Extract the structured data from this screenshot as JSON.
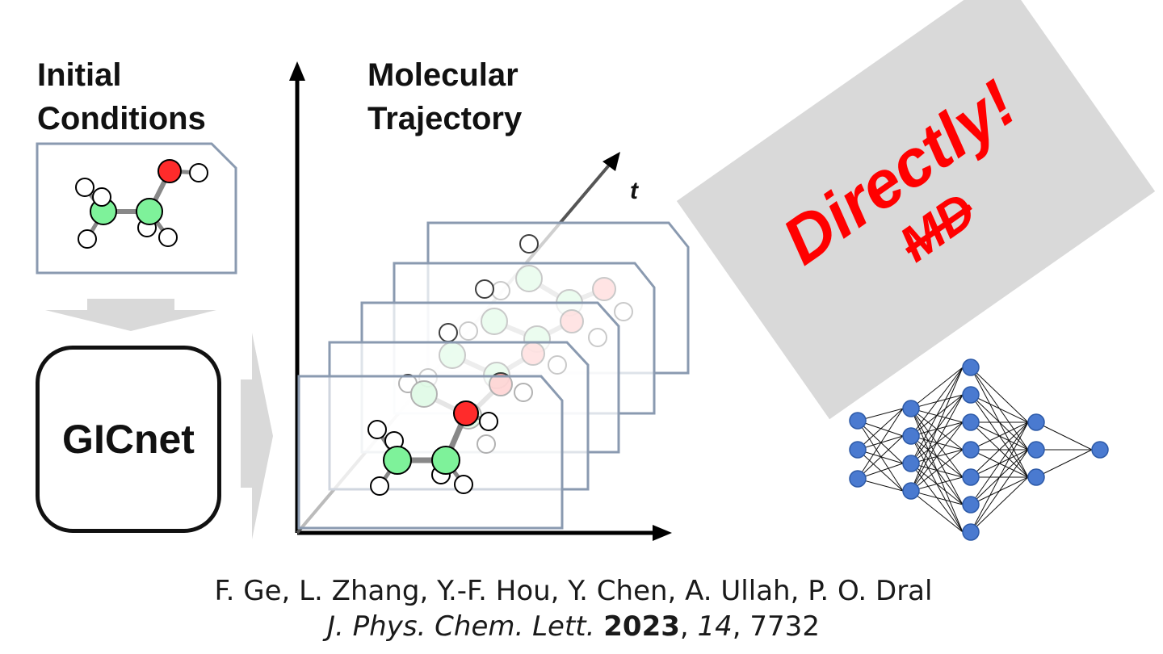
{
  "headings": {
    "initial_line1": "Initial",
    "initial_line2": "Conditions",
    "trajectory_line1": "Molecular",
    "trajectory_line2": "Trajectory"
  },
  "model_name": "GICnet",
  "axis_label": "t",
  "banner": {
    "word": "Directly!",
    "struck": "MD"
  },
  "citation": {
    "authors": "F. Ge, L. Zhang, Y.-F. Hou, Y. Chen, A. Ullah, P. O. Dral",
    "journal": "J. Phys. Chem. Lett.",
    "year": "2023",
    "volume": "14",
    "page": "7732"
  },
  "colors": {
    "carbon": "#7ef29a",
    "oxygen": "#ff2b2b",
    "hydrogen": "#ffffff",
    "frame_border": "#8a9ab0",
    "arrow_gray": "#d9d9d9",
    "nn_node": "#4a7ad0",
    "banner_text": "#ff0000",
    "banner_bg": "#d9d9d9"
  },
  "network": {
    "layers": [
      3,
      4,
      7,
      3,
      1
    ]
  }
}
